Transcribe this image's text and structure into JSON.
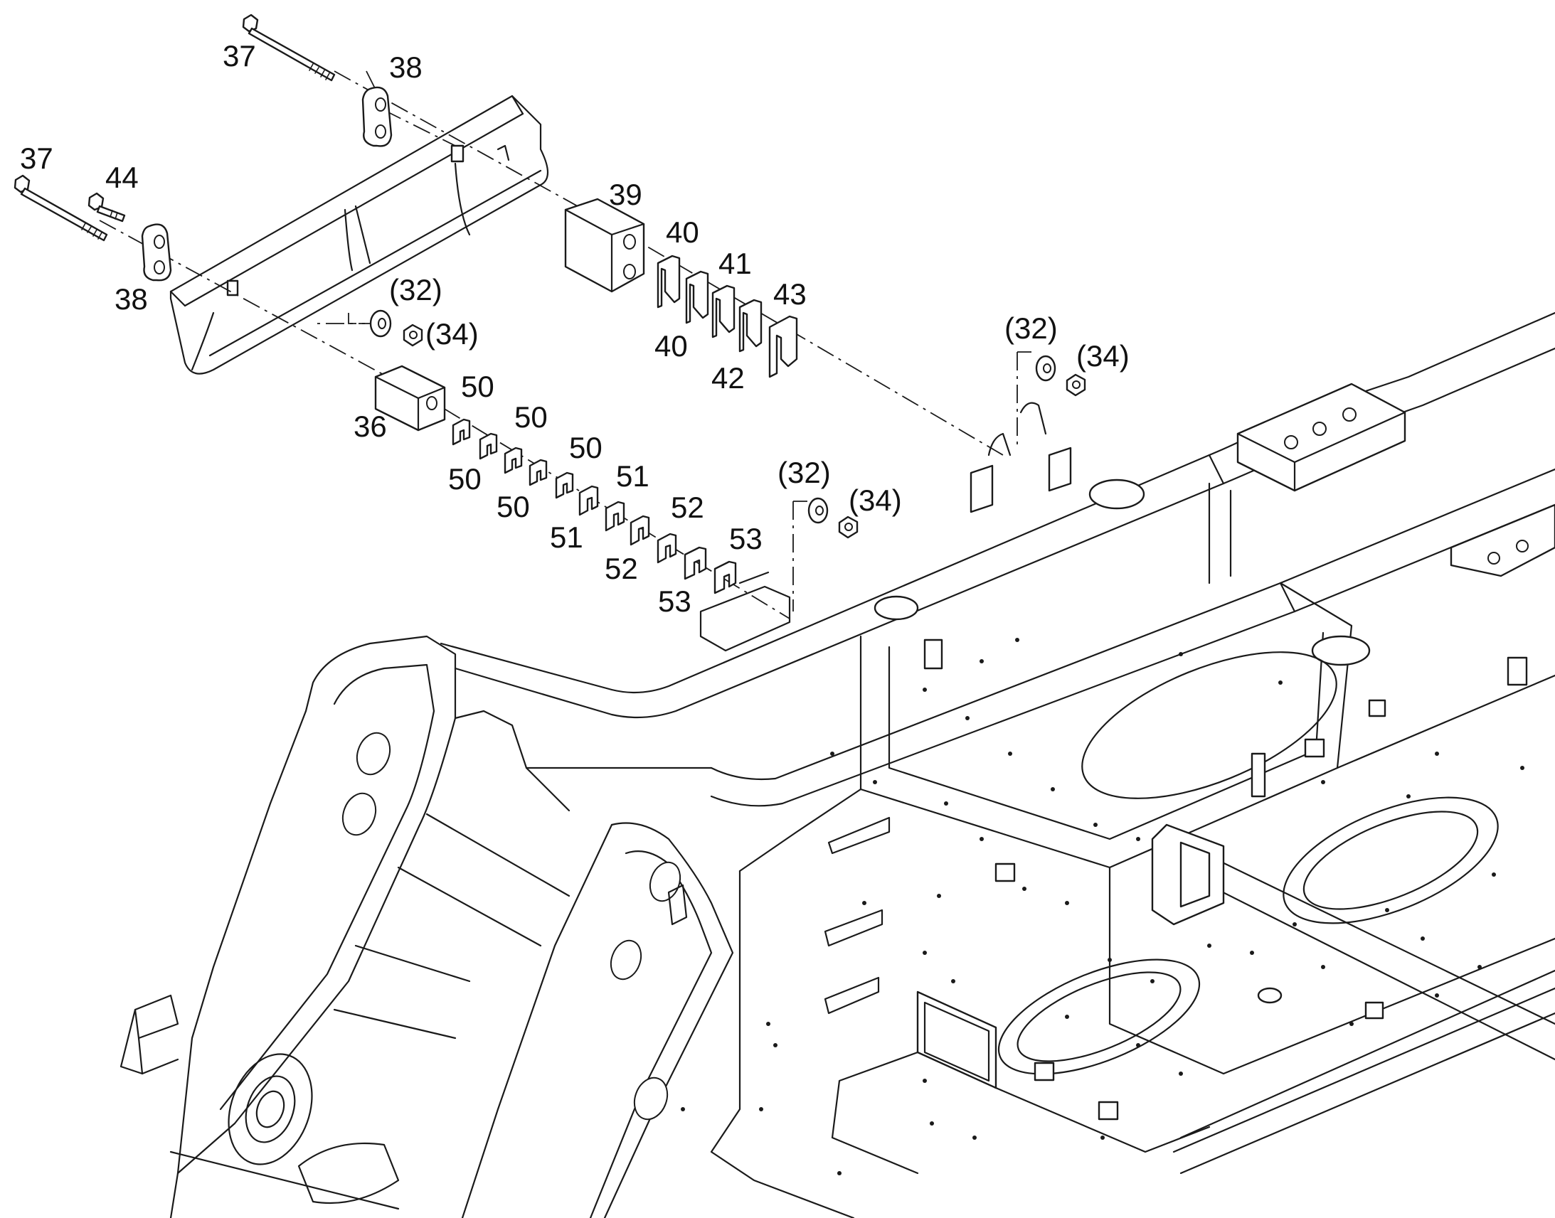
{
  "callouts": {
    "c37a": "37",
    "c38a": "38",
    "c37b": "37",
    "c44": "44",
    "c38b": "38",
    "c39": "39",
    "c40a": "40",
    "c41": "41",
    "c43": "43",
    "c40b": "40",
    "c42": "42",
    "c32a": "(32)",
    "c34a": "(34)",
    "c36": "36",
    "c50a": "50",
    "c50b": "50",
    "c50c": "50",
    "c50d": "50",
    "c50e": "50",
    "c51a": "51",
    "c51b": "51",
    "c52a": "52",
    "c52b": "52",
    "c53a": "53",
    "c53b": "53",
    "c32b": "(32)",
    "c34b": "(34)",
    "c32c": "(32)",
    "c34c": "(34)"
  },
  "colors": {
    "line": "#1a1a1a",
    "background": "#ffffff"
  }
}
